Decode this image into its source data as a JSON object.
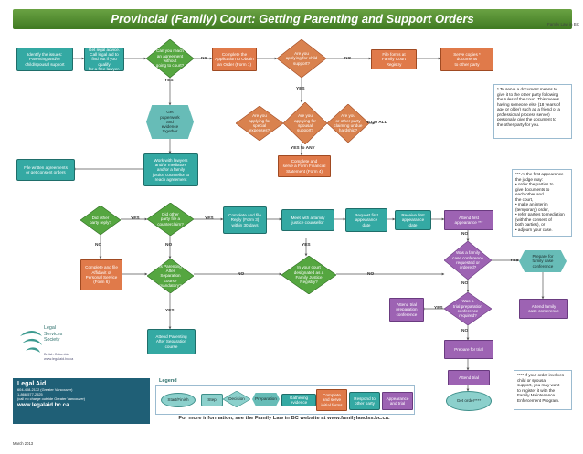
{
  "title": "Provincial (Family) Court: Getting Parenting and Support Orders",
  "page_number": "Family Law in BC",
  "nodes": {
    "identify_issues": "Identify the issues:\nParenting and/or\nchild/spousal support",
    "get_legal_advice": "Get legal advice.\nCall legal aid to\nfind out if you qualify\nfor a free lawyer.",
    "can_reach_agreement": "Can you reach\nan agreement without\ngoing to court?",
    "complete_application": "Complete the\nApplication to Obtain\nan Order (Form 1)",
    "applying_child_support": "Are you\napplying for child\nsupport?",
    "file_forms": "File forms at\nFamily Court Registry",
    "serve_copies": "Serve copies *\ndocuments\nto other party",
    "get_paperwork": "Get\npaperwork\nand\nevidence\ntogether",
    "applying_spousal_support": "Are you\napplying for spousal\nsupport?",
    "applying_special_expenses": "Are you\napplying for special\nexpenses?",
    "undue_hardship": "Are you\nor other party\nclaiming undue\nhardship?",
    "complete_financial": "Complete and\nserve a Form Financial\nStatement (Form 4)",
    "file_written_agreements": "File written agreements\nor get consent orders",
    "work_with_lawyers": "Work with lawyers\nand/or mediators\nand/or a family\njustice counsellor to\nreach agreement",
    "did_other_party_reply": "Did other\nparty reply?",
    "did_other_party_file_counterclaim": "Did other\nparty file a\ncounterclaim?",
    "complete_reply": "Complete and file\nReply (Form 3)\nwithin 30 days",
    "meet_justice_counsellor": "Meet with a family\njustice counsellor",
    "request_appearance_date": "Request first\nappearance\ndate",
    "receive_appearance_date": "Receive first\nappearance date",
    "attend_first_appearance": "Attend first\nappearance ***",
    "complete_affidavit": "Complete and file\nAffidavit of\nPersonal Service\n(Form 6)",
    "parenting_after_separation": "Is Parenting After\nSeparation course\nmandatory?",
    "in_court_registry": "In your court\ndesignated as a\nFamily Justice\nRegistry?",
    "family_case_conference": "Was a family\ncase conference\nrequested or\nordered?",
    "prepare_case_conference": "Prepare for\nfamily case\nconference",
    "trial_prep_conference": "Was a\ntrial preparation\nconference\nrequired?",
    "attend_trial_prep": "Attend trial\npreparation\nconference",
    "attend_case_conference": "Attend family\ncase conference",
    "attend_parenting_course": "Attend Parenting\nAfter Separation\ncourse",
    "prepare_trial": "Prepare for trial",
    "attend_trial": "Attend trial",
    "get_order": "Get order****"
  },
  "edge_labels": {
    "no": "NO",
    "yes": "YES",
    "yes_to_any": "YES to ANY",
    "no_to_all": "NO to ALL"
  },
  "notes": {
    "note_serve": "* To serve a document means to\ngive it to the other party following\nthe rules of the court. This means\nhaving someone else (18 years of\nage or older) such as a friend or a\nprofessional process server)\npersonally give the document to\nthe other party for you.",
    "note_first_appearance": "*** At the first appearance\nthe judge may:\n• order the parties to\n  give documents to\n  each other and\n  the court,\n• make an interim\n  (temporary) order,\n• refer parties to mediation\n  (with the consent of\n  both parties), or\n• adjourn your case.",
    "note_order": "**** If your order involves\nchild or spousal\nsupport, you may want\nto register it with the\nFamily Maintenance\nEnforcement Program."
  },
  "legend": {
    "title": "Legend",
    "start_finish": "Start/Finish",
    "step": "Step",
    "decision": "Decision",
    "preparation": "Preparation",
    "gathering_evidence": "Gathering evidence",
    "complete_serve": "Complete\nand serve\ninitial forms",
    "respond": "Respond to\nother party",
    "appearance_trial": "Appearance\nand trial"
  },
  "footer": "For more information, see the Family Law in BC website at www.familylaw.lss.bc.ca.",
  "logo": {
    "name": "Legal\nServices\nSociety",
    "sub": "British Columbia\nwww.legalaid.bc.ca"
  },
  "legal_aid": {
    "title": "Legal Aid",
    "line1": "604-408-2172 (Greater Vancouver)",
    "line2": "1-866-577-2525",
    "line3": "(call no charge outside Greater Vancouver)",
    "website": "www.legalaid.bc.ca"
  },
  "date": "March 2013",
  "colors": {
    "title_green": "#4f8c2e",
    "teal": "#34a9a3",
    "light_teal": "#8cd0cc",
    "orange": "#e07a4a",
    "purple": "#9d63b3",
    "green_diamond": "#55a640"
  }
}
